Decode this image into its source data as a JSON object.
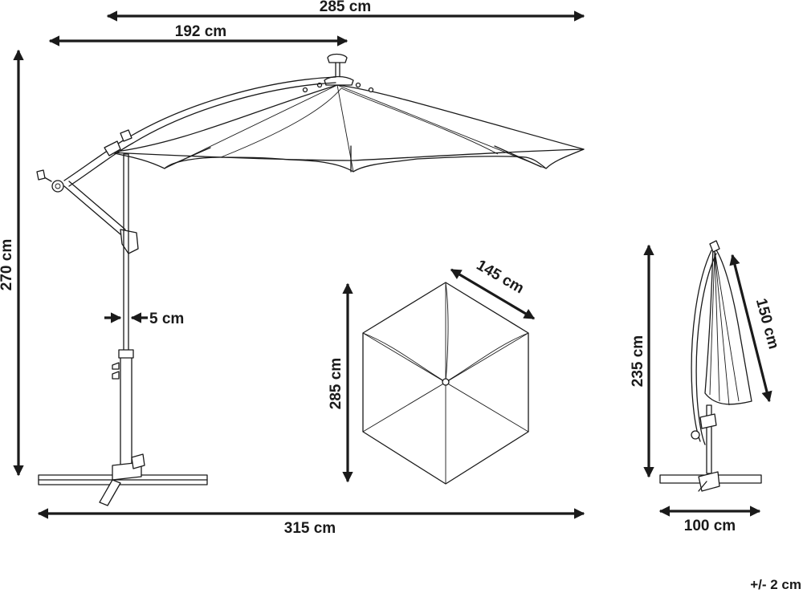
{
  "dimensions": {
    "canopy_span": "285 cm",
    "arm_reach": "192 cm",
    "total_height": "270 cm",
    "pole_diameter": "5 cm",
    "canopy_side": "145 cm",
    "canopy_across": "285 cm",
    "base_span": "315 cm",
    "folded_height": "235 cm",
    "folded_canopy": "150 cm",
    "folded_depth": "100 cm"
  },
  "tolerance": "+/- 2 cm",
  "colors": {
    "ink": "#1a1a1a",
    "background": "#ffffff"
  }
}
